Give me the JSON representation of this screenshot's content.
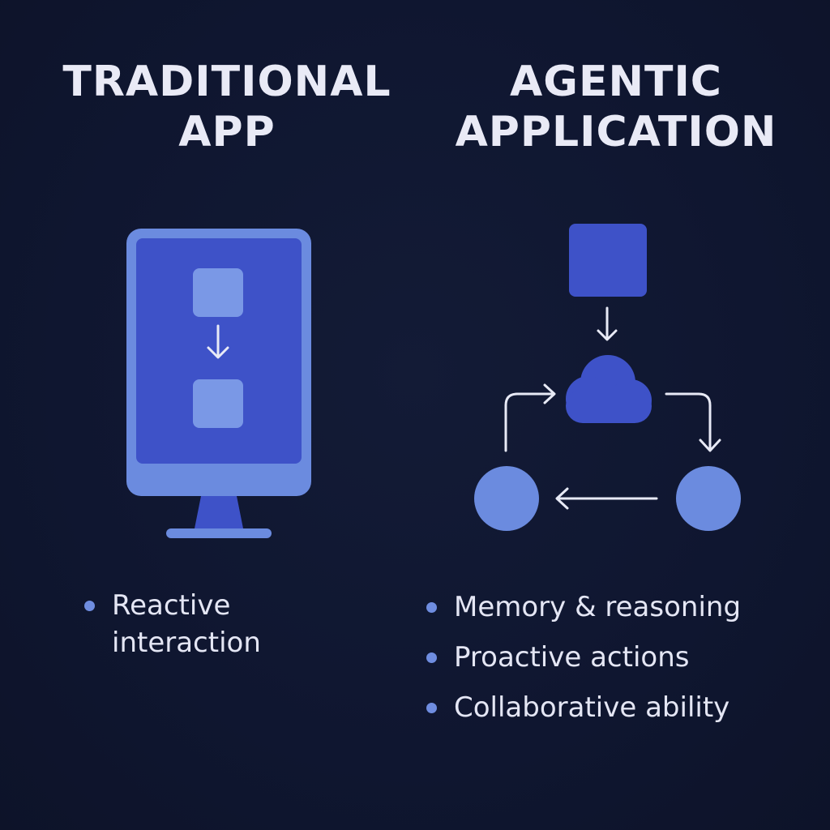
{
  "left": {
    "title_line1": "TRADITIONAL",
    "title_line2": "APP",
    "bullets": [
      "Reactive interaction"
    ]
  },
  "right": {
    "title_line1": "AGENTIC",
    "title_line2": "APPLICATION",
    "bullets": [
      "Memory & reasoning",
      "Proactive actions",
      "Collaborative ability"
    ]
  },
  "colors": {
    "background": "#101730",
    "frame": "#6b8bdf",
    "screen": "#3e52c8",
    "block_light": "#7a98e6",
    "block_dark": "#3e52c8",
    "arrow": "#e8eaf6",
    "text": "#e9eaf6",
    "bullet_dot": "#6f8de0"
  },
  "icons": {
    "left": "monitor-icon",
    "right_top": "square-icon",
    "right_center": "cloud-icon",
    "right_nodes": "circle-icon"
  }
}
